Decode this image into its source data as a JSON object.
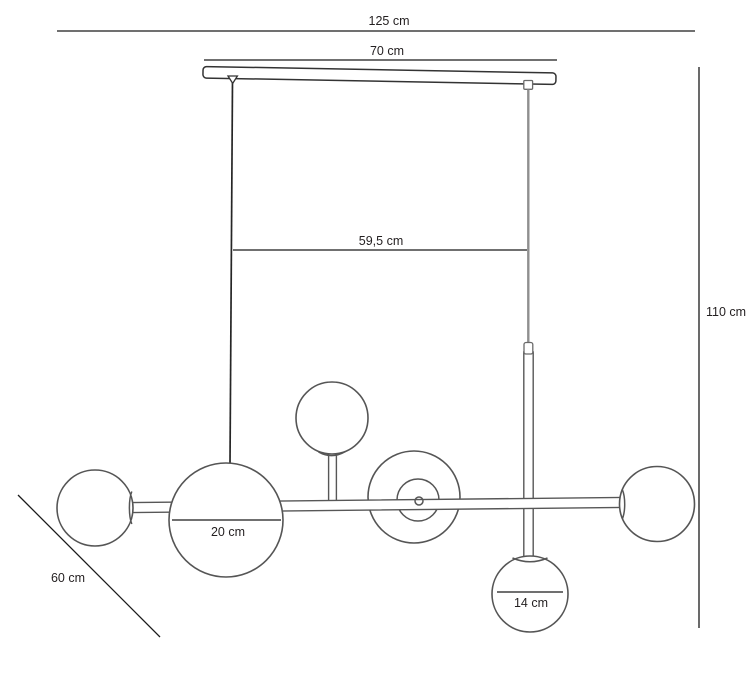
{
  "diagram": {
    "type": "dimension-drawing",
    "subject": "linear pendant lamp with glass globes",
    "dims": {
      "total_width": "125 cm",
      "canopy_width": "70 cm",
      "suspension_span": "59,5 cm",
      "total_height": "110 cm",
      "large_globe_diameter": "20 cm",
      "small_globe_diameter": "14 cm",
      "depth": "60 cm"
    },
    "colors": {
      "background": "#ffffff",
      "dimension_line": "#1b1b1b",
      "lamp_outline": "#555555",
      "suspension_cable_gray": "#8f8f8f",
      "suspension_wire_black": "#262626",
      "text": "#231f20"
    }
  }
}
